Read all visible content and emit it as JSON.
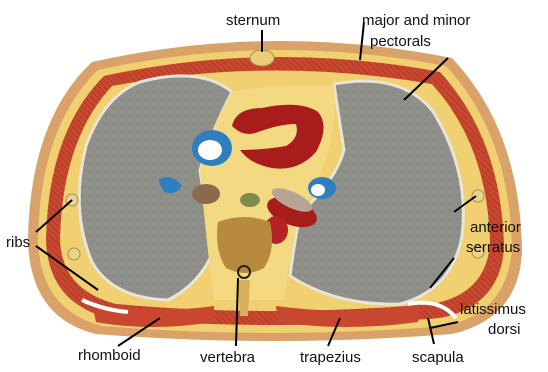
{
  "labels": {
    "sternum": "sternum",
    "pectorals_line1": "major and minor",
    "pectorals_line2": "pectorals",
    "ribs": "ribs",
    "serratus_line1": "anterior",
    "serratus_line2": "serratus",
    "latissimus_line1": "latissimus",
    "latissimus_line2": "dorsi",
    "rhomboid": "rhomboid",
    "vertebra": "vertebra",
    "trapezius": "trapezius",
    "scapula": "scapula"
  },
  "colors": {
    "muscle": "#c8472e",
    "muscle_dark": "#a8321f",
    "fat": "#f0d070",
    "lung": "#8f8f8a",
    "artery": "#a81c1c",
    "vein": "#2f7fc0",
    "skin": "#d9a268"
  }
}
